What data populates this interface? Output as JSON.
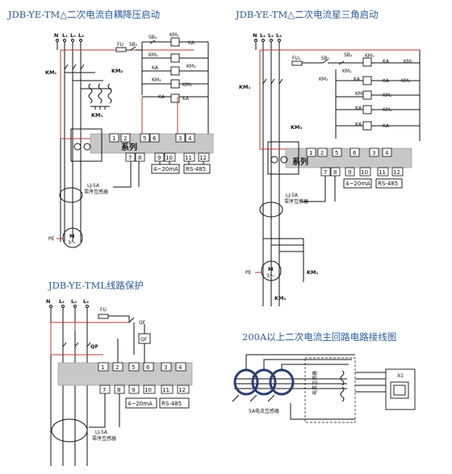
{
  "titles": {
    "d1": "JDB-YE-TM△二次电流自耦降压启动",
    "d2": "JDB-YE-TM△二次电流星三角启动",
    "d3": "JDB-YE-TML线路保护",
    "d4": "200A以上二次电流主回路电路接线图"
  },
  "lines": {
    "n": "N",
    "l1": "L₁",
    "l2": "L₂",
    "l3": "L₃"
  },
  "labels": {
    "fu": "FU",
    "fu1": "FU₁",
    "sb1": "SB₁",
    "sb2": "SB₂",
    "km1": "KM₁",
    "km2": "KM₂",
    "km3": "KM₃",
    "ka": "KA",
    "qf": "QF",
    "pe": "PE",
    "motor": "M",
    "motor_sub": "3～",
    "series": "系列",
    "ma": "4~20mA",
    "rs": "RS-485",
    "ct_name": "LJ-5A",
    "ct_desc": "零序互感器",
    "ct5a": "5A电流互感器",
    "ct_vert": "电流互感器",
    "x1": "X1"
  },
  "terminals": {
    "top": [
      "1",
      "2",
      "5",
      "6",
      "3",
      "4"
    ],
    "bottom": [
      "7",
      "8",
      "9",
      "10",
      "11",
      "12"
    ]
  }
}
